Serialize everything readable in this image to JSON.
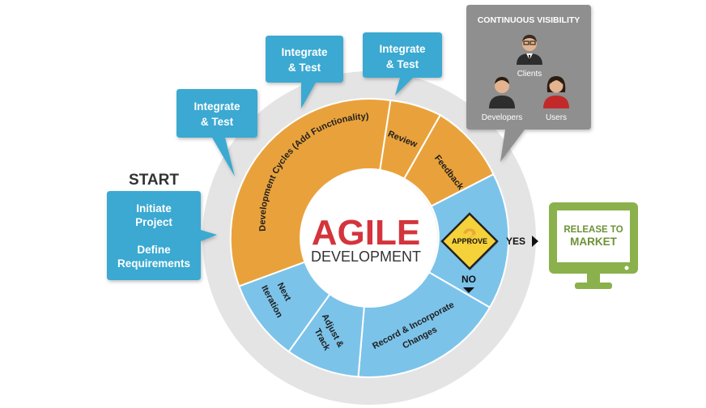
{
  "center": {
    "title": "AGILE",
    "subtitle": "DEVELOPMENT"
  },
  "start_label": "START",
  "start_box": {
    "line1": "Initiate",
    "line2": "Project",
    "line3": "Define",
    "line4": "Requirements"
  },
  "callouts": [
    {
      "line1": "Integrate",
      "line2": "& Test"
    },
    {
      "line1": "Integrate",
      "line2": "& Test"
    },
    {
      "line1": "Integrate",
      "line2": "& Test"
    }
  ],
  "segments": {
    "development_cycles": "Development Cycles (Add Functionality)",
    "review": "Review",
    "feedback": "Feedback",
    "record": {
      "line1": "Record & Incorporate",
      "line2": "Changes"
    },
    "adjust": {
      "line1": "Adjust &",
      "line2": "Track"
    },
    "next_iteration": {
      "line1": "Next",
      "line2": "Iteration"
    }
  },
  "approve": {
    "label": "APPROVE",
    "yes": "YES",
    "no": "NO"
  },
  "release": {
    "line1": "RELEASE TO",
    "line2": "MARKET"
  },
  "visibility": {
    "title": "CONTINUOUS VISIBILITY",
    "clients": "Clients",
    "developers": "Developers",
    "users": "Users"
  },
  "colors": {
    "orange": "#e9a23b",
    "blue": "#7cc3ea",
    "teal": "#3aa9d1",
    "gray_ring": "#e4e4e4",
    "red": "#d4343c",
    "green": "#8ab14b",
    "yellow": "#f5d23a",
    "panel": "#8f8f8f"
  }
}
